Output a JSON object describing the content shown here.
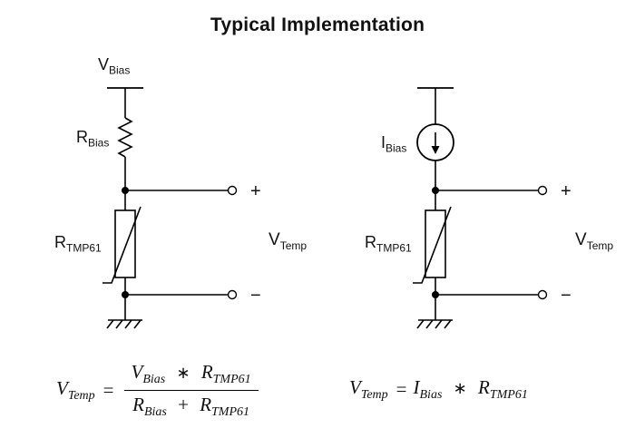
{
  "title": "Typical Implementation",
  "left_circuit": {
    "vbias": {
      "main": "V",
      "sub": "Bias"
    },
    "rbias": {
      "main": "R",
      "sub": "Bias"
    },
    "rtmp": {
      "main": "R",
      "sub": "TMP61"
    },
    "vtemp": {
      "main": "V",
      "sub": "Temp"
    },
    "plus": "+",
    "minus": "−"
  },
  "right_circuit": {
    "ibias": {
      "main": "I",
      "sub": "Bias"
    },
    "rtmp": {
      "main": "R",
      "sub": "TMP61"
    },
    "vtemp": {
      "main": "V",
      "sub": "Temp"
    },
    "plus": "+",
    "minus": "−"
  },
  "formulas": {
    "left": {
      "lhs": {
        "main": "V",
        "sub": "Temp"
      },
      "equals": "=",
      "numerator": {
        "v_main": "V",
        "v_sub": "Bias",
        "star": "∗",
        "r_main": "R",
        "r_sub": "TMP61"
      },
      "denominator": {
        "r1_main": "R",
        "r1_sub": "Bias",
        "plus": "+",
        "r2_main": "R",
        "r2_sub": "TMP61"
      }
    },
    "right": {
      "lhs": {
        "main": "V",
        "sub": "Temp"
      },
      "equals": "=",
      "rhs": {
        "i_main": "I",
        "i_sub": "Bias",
        "star": "∗",
        "r_main": "R",
        "r_sub": "TMP61"
      }
    }
  }
}
